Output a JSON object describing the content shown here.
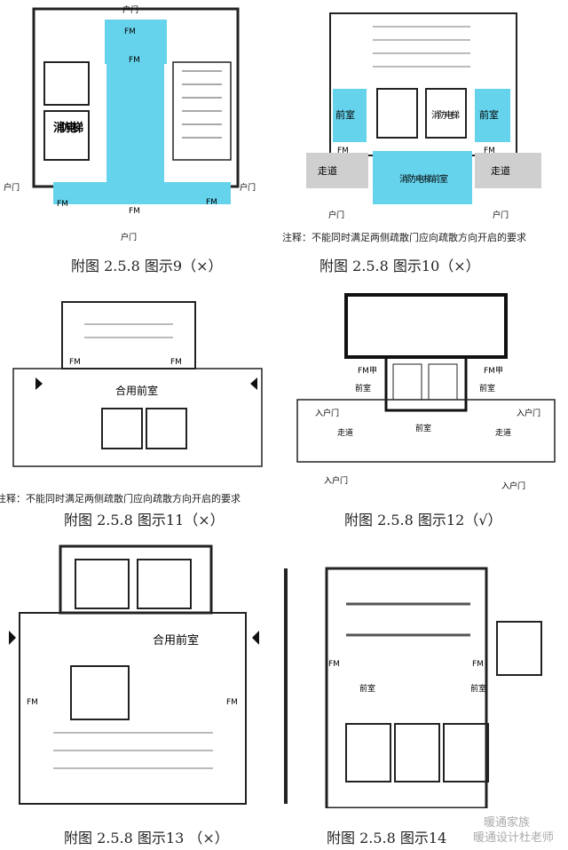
{
  "colors": {
    "fire_zone": "#66d3ec",
    "wall": "#222222",
    "corridor": "#cfcfcf"
  },
  "figures": [
    {
      "caption": "附图 2.5.8 图示9（×）",
      "labels": {
        "door": "户门",
        "fm": "FM",
        "elevator": "消防电梯"
      }
    },
    {
      "caption": "附图 2.5.8 图示10（×）",
      "labels": {
        "door": "户门",
        "fm": "FM",
        "anteroom": "前室",
        "corridor": "走道",
        "elevator": "消防电梯",
        "elevator_anteroom": "消防电梯前室"
      },
      "note": "注释：不能同时满足两侧疏散门应向疏散方向开启的要求"
    },
    {
      "caption": "附图 2.5.8 图示11（×）",
      "labels": {
        "fm": "FM",
        "shared_anteroom": "合用前室"
      },
      "note": "注释：不能同时满足两侧疏散门应向疏散方向开启的要求"
    },
    {
      "caption": "附图 2.5.8 图示12（√）",
      "labels": {
        "fm": "FM甲",
        "anteroom": "前室",
        "corridor": "走道",
        "entry_door": "入户门"
      }
    },
    {
      "caption": "附图 2.5.8 图示13 （×）",
      "labels": {
        "fm": "FM",
        "shared_anteroom": "合用前室"
      }
    },
    {
      "caption": "附图 2.5.8 图示14",
      "labels": {
        "fm": "FM",
        "anteroom": "前室"
      }
    }
  ],
  "watermark": {
    "line1": "暖通家族",
    "line2": "暖通设计杜老师"
  }
}
